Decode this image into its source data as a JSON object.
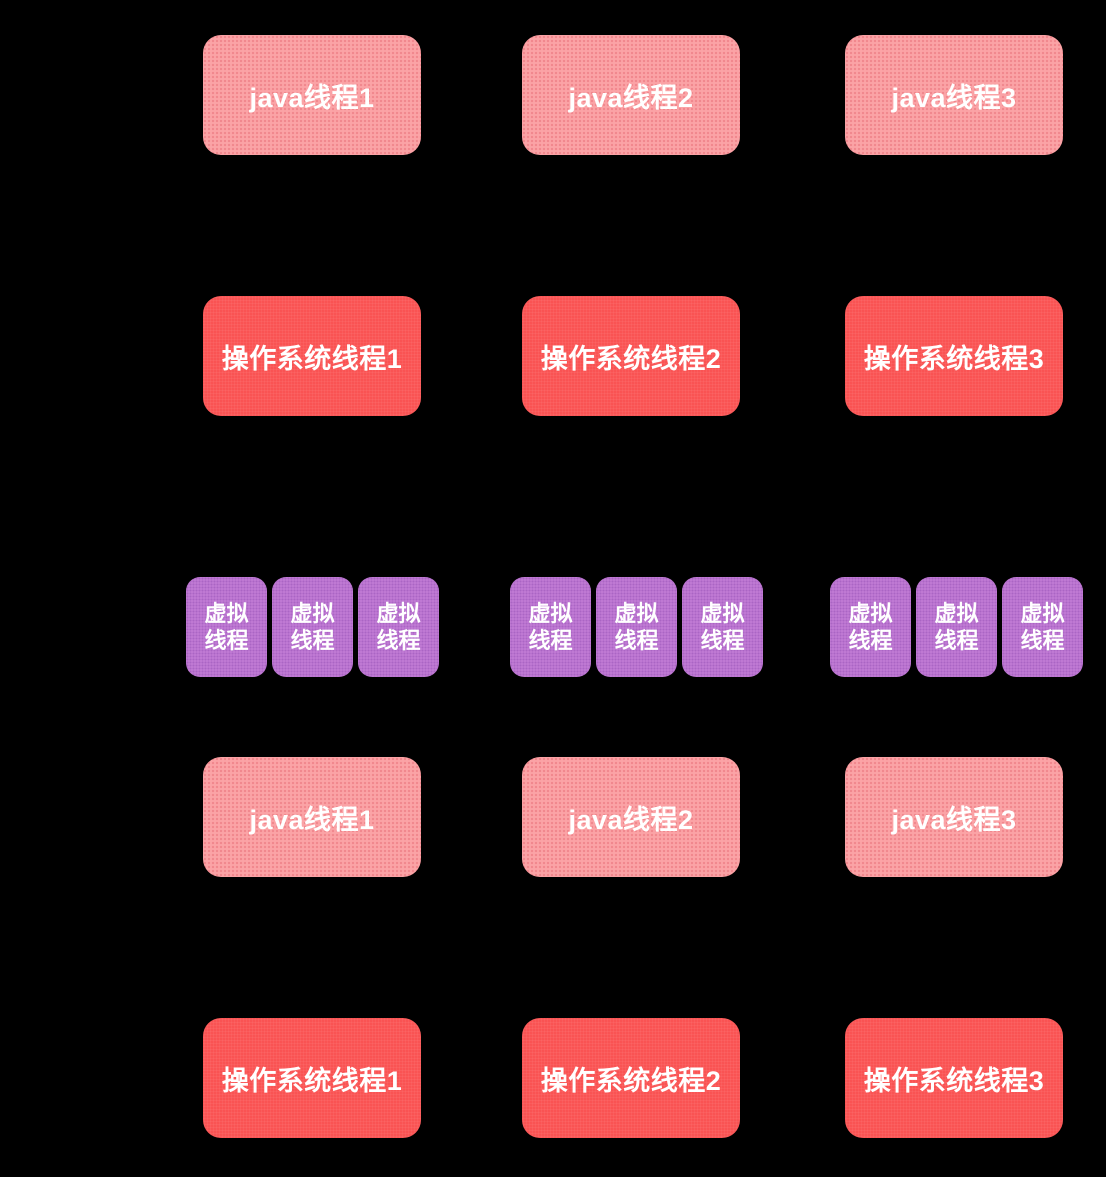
{
  "colors": {
    "background": "#000000",
    "java_thread_box": "#FBA3A6",
    "os_thread_box": "#F94F4F",
    "virtual_thread_box": "#C47ED7",
    "label_text": "#FFFFFF"
  },
  "platform_model": {
    "java_threads": [
      "java线程1",
      "java线程2",
      "java线程3"
    ],
    "os_threads": [
      "操作系统线程1",
      "操作系统线程2",
      "操作系统线程3"
    ]
  },
  "virtual_model": {
    "groups": [
      {
        "threads": [
          "虚拟\n线程",
          "虚拟\n线程",
          "虚拟\n线程"
        ]
      },
      {
        "threads": [
          "虚拟\n线程",
          "虚拟\n线程",
          "虚拟\n线程"
        ]
      },
      {
        "threads": [
          "虚拟\n线程",
          "虚拟\n线程",
          "虚拟\n线程"
        ]
      }
    ],
    "java_threads": [
      "java线程1",
      "java线程2",
      "java线程3"
    ],
    "os_threads": [
      "操作系统线程1",
      "操作系统线程2",
      "操作系统线程3"
    ]
  }
}
